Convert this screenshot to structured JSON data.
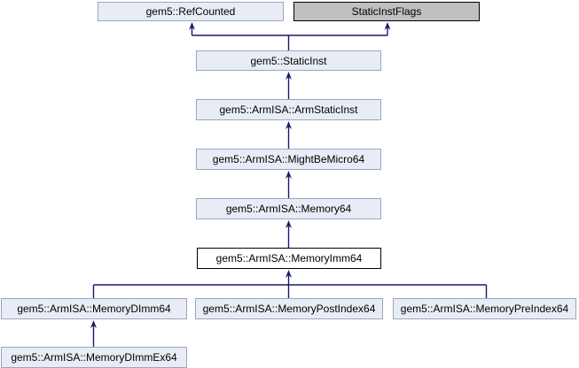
{
  "diagram": {
    "kind": "class-inheritance-graph",
    "colors": {
      "node_fill": "#e8edf5",
      "node_border": "#9aa5c3",
      "gray_node_fill": "#c0c0c0",
      "current_node_fill": "#ffffff",
      "current_node_border": "#000000",
      "arrow": "#191970",
      "background": "#ffffff"
    },
    "nodes": [
      {
        "label": "gem5::RefCounted",
        "style": "linked"
      },
      {
        "label": "StaticInstFlags",
        "style": "undocumented"
      },
      {
        "label": "gem5::StaticInst",
        "style": "linked"
      },
      {
        "label": "gem5::ArmISA::ArmStaticInst",
        "style": "linked"
      },
      {
        "label": "gem5::ArmISA::MightBeMicro64",
        "style": "linked"
      },
      {
        "label": "gem5::ArmISA::Memory64",
        "style": "linked"
      },
      {
        "label": "gem5::ArmISA::MemoryImm64",
        "style": "current"
      },
      {
        "label": "gem5::ArmISA::MemoryDImm64",
        "style": "linked"
      },
      {
        "label": "gem5::ArmISA::MemoryPostIndex64",
        "style": "linked"
      },
      {
        "label": "gem5::ArmISA::MemoryPreIndex64",
        "style": "linked"
      },
      {
        "label": "gem5::ArmISA::MemoryDImmEx64",
        "style": "linked"
      }
    ],
    "edges": [
      {
        "from": "gem5::StaticInst",
        "to": "gem5::RefCounted"
      },
      {
        "from": "gem5::StaticInst",
        "to": "StaticInstFlags"
      },
      {
        "from": "gem5::ArmISA::ArmStaticInst",
        "to": "gem5::StaticInst"
      },
      {
        "from": "gem5::ArmISA::MightBeMicro64",
        "to": "gem5::ArmISA::ArmStaticInst"
      },
      {
        "from": "gem5::ArmISA::Memory64",
        "to": "gem5::ArmISA::MightBeMicro64"
      },
      {
        "from": "gem5::ArmISA::MemoryImm64",
        "to": "gem5::ArmISA::Memory64"
      },
      {
        "from": "gem5::ArmISA::MemoryDImm64",
        "to": "gem5::ArmISA::MemoryImm64"
      },
      {
        "from": "gem5::ArmISA::MemoryPostIndex64",
        "to": "gem5::ArmISA::MemoryImm64"
      },
      {
        "from": "gem5::ArmISA::MemoryPreIndex64",
        "to": "gem5::ArmISA::MemoryImm64"
      },
      {
        "from": "gem5::ArmISA::MemoryDImmEx64",
        "to": "gem5::ArmISA::MemoryDImm64"
      }
    ]
  }
}
